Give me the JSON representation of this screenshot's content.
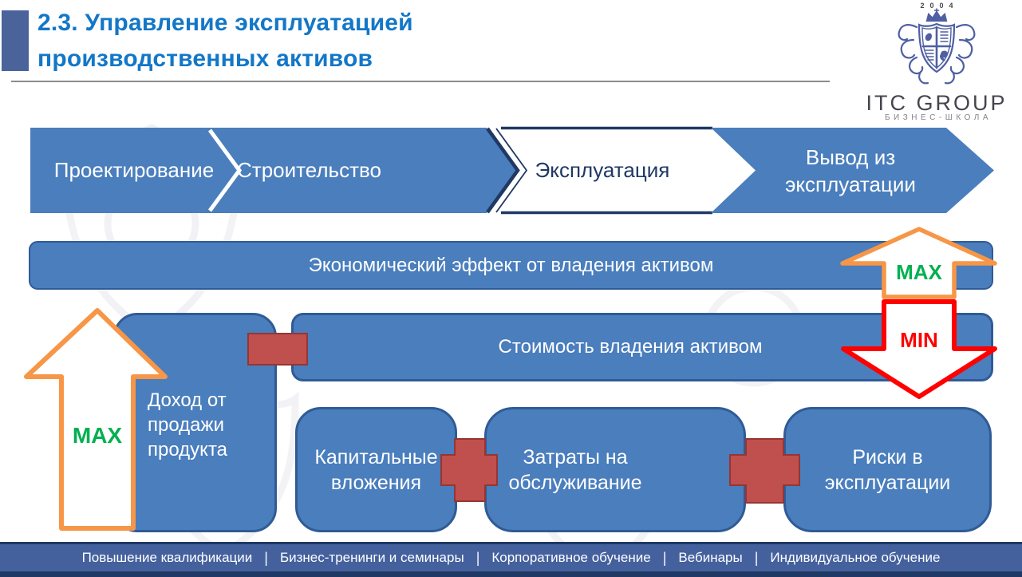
{
  "header": {
    "title": "2.3. Управление эксплуатацией производственных активов"
  },
  "logo": {
    "year": "2004",
    "name": "ITC GROUP",
    "subtitle": "БИЗНЕС-ШКОЛА"
  },
  "lifecycle_stages": [
    {
      "label": "Проектирование",
      "highlighted": false
    },
    {
      "label": "Строительство",
      "highlighted": false
    },
    {
      "label": "Эксплуатация",
      "highlighted": true
    },
    {
      "label": "Вывод из эксплуатации",
      "highlighted": false
    }
  ],
  "diagram": {
    "economic_effect_label": "Экономический эффект от владения активом",
    "economic_effect_indicator": "MAX",
    "ownership_cost_label": "Стоимость владения активом",
    "ownership_cost_indicator": "MIN",
    "income_label": "Доход от продажи продукта",
    "income_indicator": "MAX",
    "cost_components": [
      {
        "label": "Капитальные вложения"
      },
      {
        "label": "Затраты на обслуживание"
      },
      {
        "label": "Риски в эксплуатации"
      }
    ]
  },
  "footer": {
    "separator": "|",
    "items": [
      "Повышение квалификации",
      "Бизнес-тренинги и семинары",
      "Корпоративное обучение",
      "Вебинары",
      "Индивидуальное обучение"
    ]
  },
  "colors": {
    "title_blue": "#1377C8",
    "block_blue": "#4A7EBD",
    "block_border": "#2F5B96",
    "dark_navy": "#1F3864",
    "footer_blue": "#44619E",
    "connector_red": "#C0504D",
    "connector_border": "#943634",
    "arrow_orange": "#F79646",
    "max_green": "#00B050",
    "min_red": "#FF0000",
    "logo_indigo": "#4E5FA3"
  }
}
